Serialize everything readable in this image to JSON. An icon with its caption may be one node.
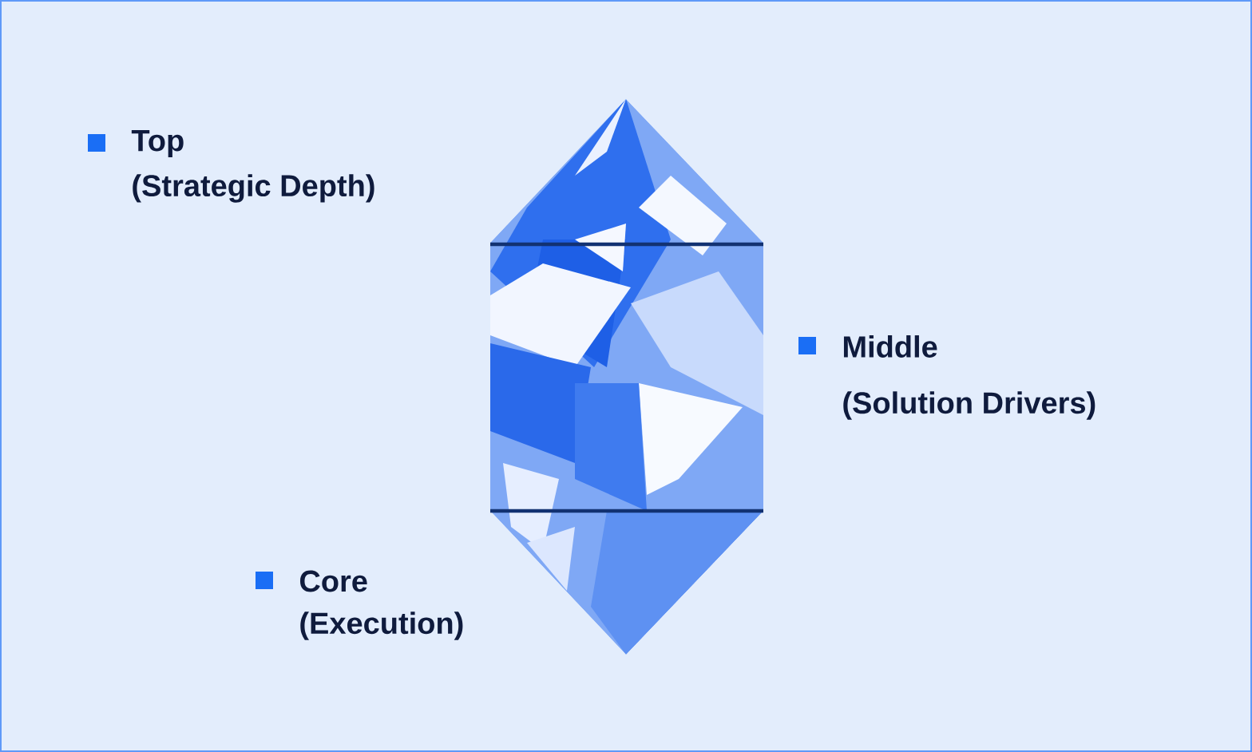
{
  "diagram": {
    "labels": [
      "Top",
      "(Strategic Depth)",
      "Middle",
      "(Solution Drivers)",
      "Core",
      "(Execution)"
    ]
  }
}
